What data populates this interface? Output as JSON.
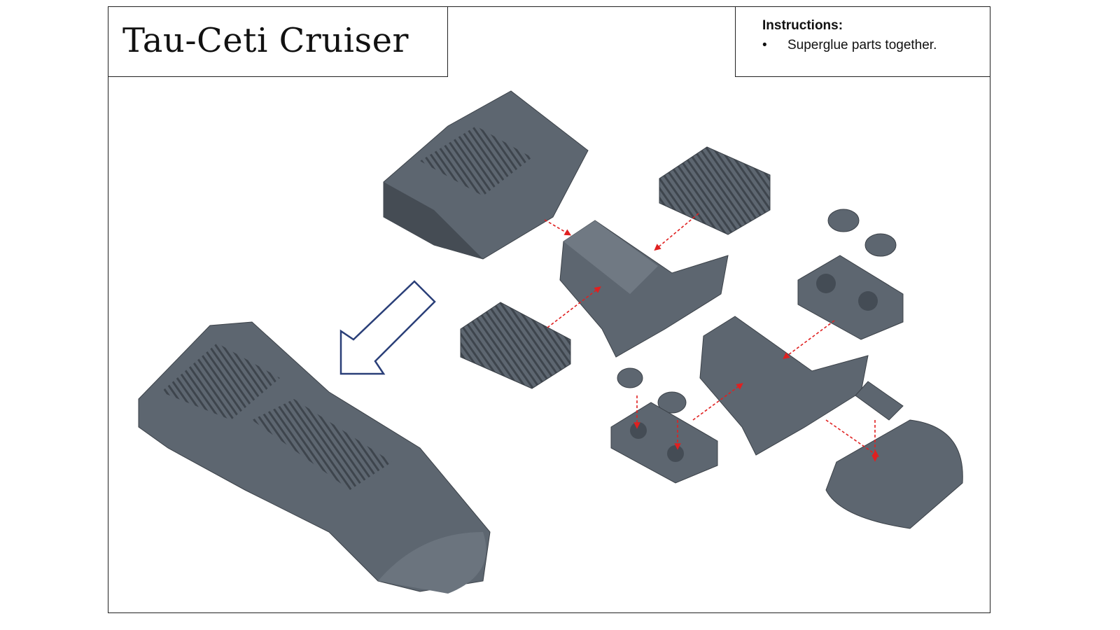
{
  "title": "Tau-Ceti Cruiser",
  "instructions": {
    "heading": "Instructions:",
    "items": [
      "Superglue parts together."
    ]
  },
  "colors": {
    "part": "#5d6670",
    "part_dark": "#444c55",
    "part_light": "#7b848e",
    "guide_arrow": "#e02020",
    "assembly_arrow": "#2a3f78"
  }
}
